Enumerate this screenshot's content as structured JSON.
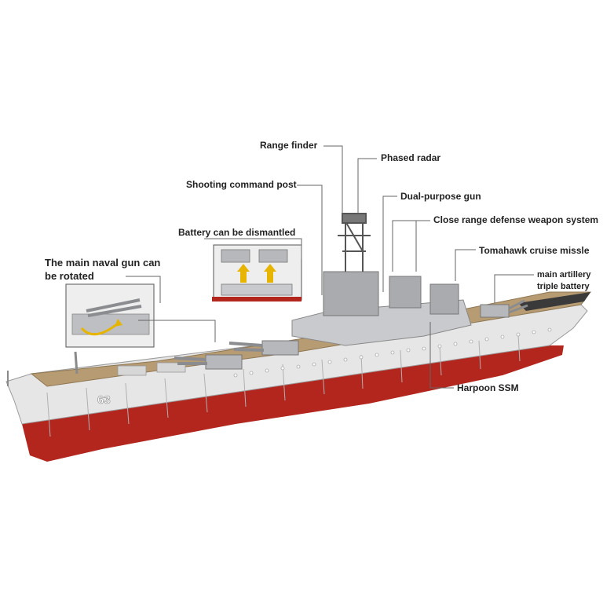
{
  "callouts": {
    "main_gun": "The main naval gun can be rotated",
    "battery": "Battery can be dismantled",
    "shooting_post": "Shooting command post",
    "range_finder": "Range finder",
    "phased_radar": "Phased radar",
    "dual_gun": "Dual-purpose gun",
    "close_defense": "Close range defense weapon system",
    "tomahawk": "Tomahawk cruise missle",
    "main_artillery": "main artillery triple battery",
    "harpoon": "Harpoon SSM"
  },
  "hull_number": "63",
  "colors": {
    "hull_red": "#b3261e",
    "hull_white": "#e6e6e6",
    "deck_tan": "#b79b72",
    "superstructure_gray": "#a9abaf",
    "leader_line": "#666666"
  }
}
